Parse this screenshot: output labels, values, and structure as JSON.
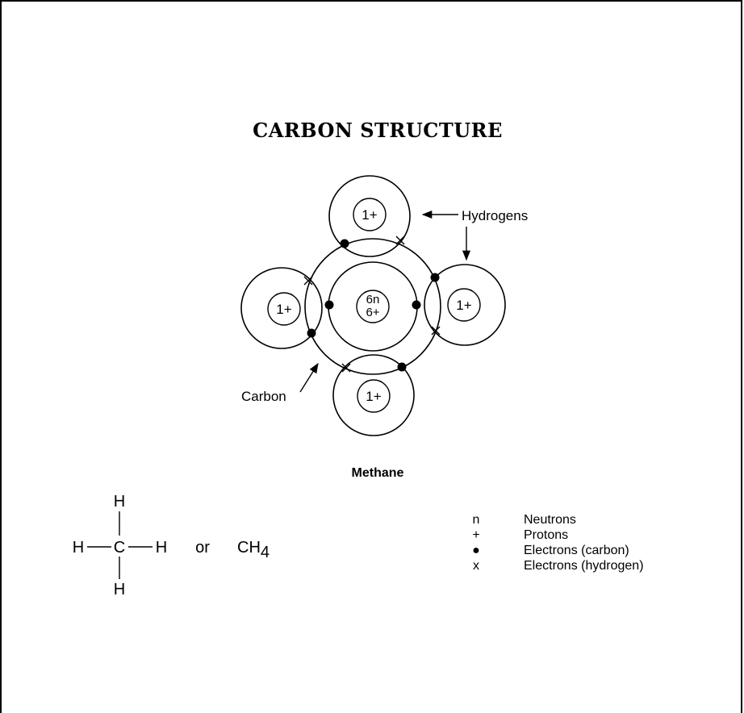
{
  "title": "CARBON STRUCTURE",
  "labels": {
    "hydrogens": "Hydrogens",
    "carbon": "Carbon",
    "methane": "Methane"
  },
  "carbon_nucleus": {
    "neutrons": "6n",
    "protons": "6+"
  },
  "hydrogen_nucleus": "1+",
  "formula": {
    "h": "H",
    "c": "C",
    "or": "or",
    "ch": "CH",
    "subscript": "4"
  },
  "legend": [
    {
      "symbol": "n",
      "text": "Neutrons"
    },
    {
      "symbol": "+",
      "text": "Protons"
    },
    {
      "symbol": "●",
      "text": "Electrons (carbon)"
    },
    {
      "symbol": "x",
      "text": "Electrons (hydrogen)"
    }
  ]
}
